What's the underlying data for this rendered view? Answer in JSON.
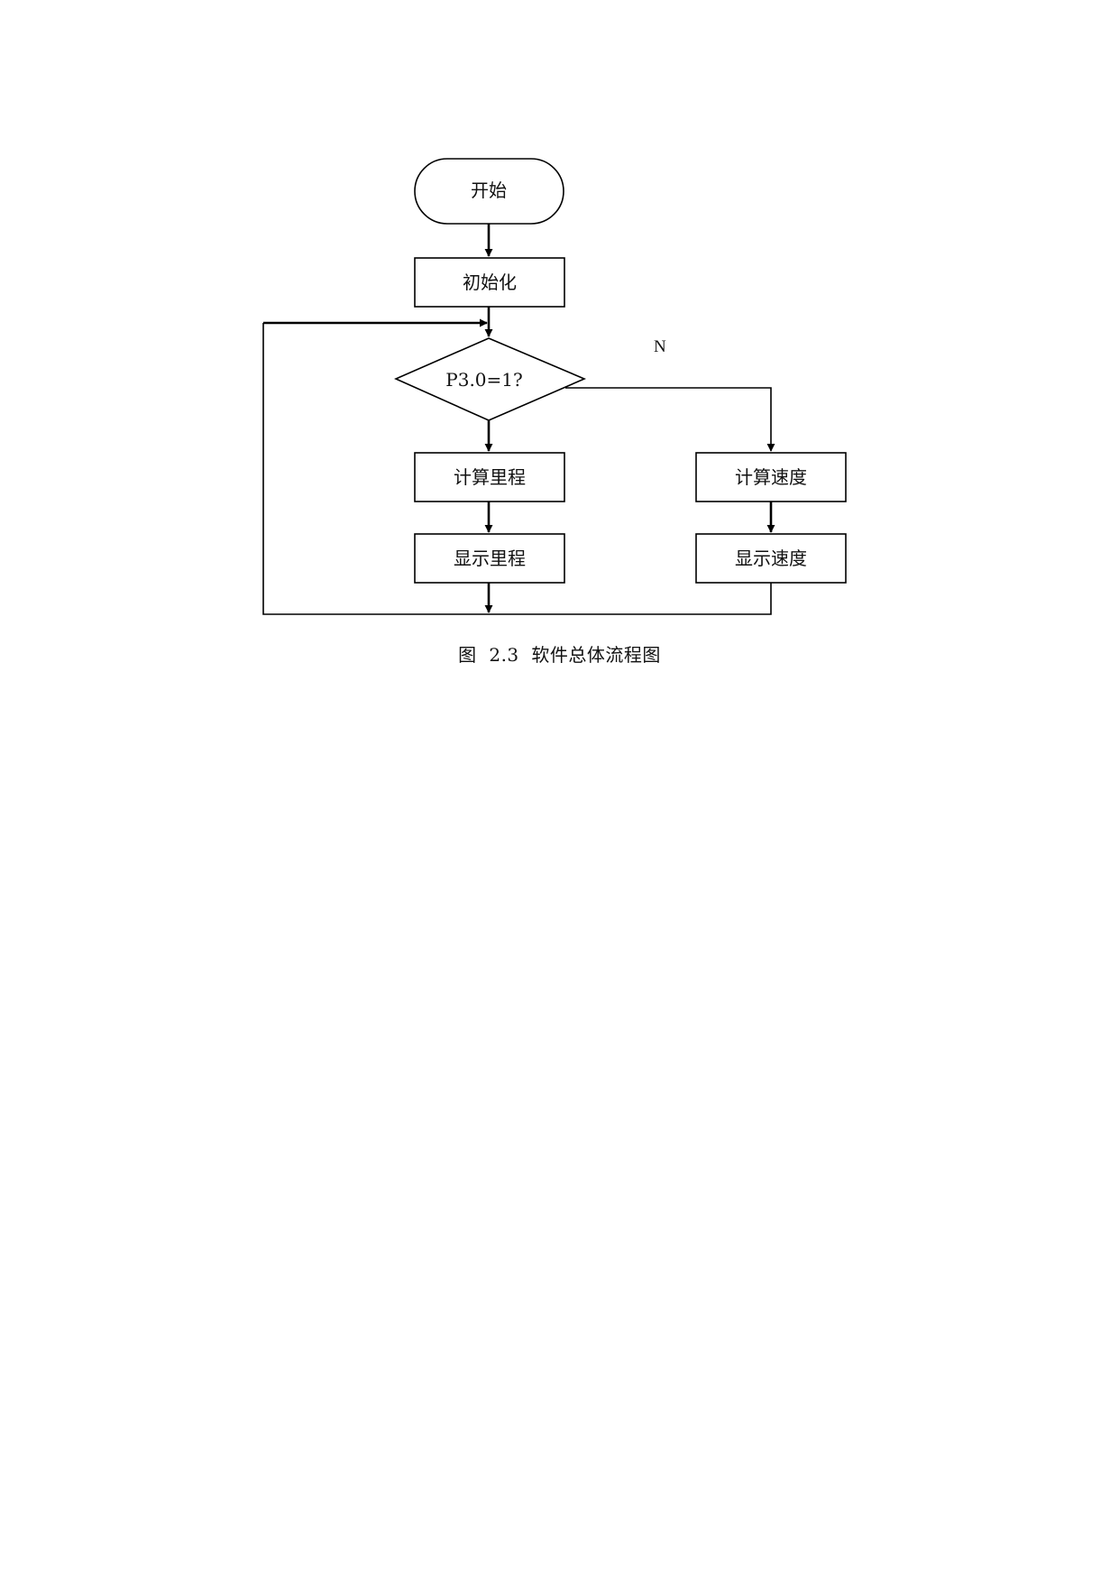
{
  "diagram": {
    "nodes": {
      "start": "开始",
      "init": "初始化",
      "decision": "P3.0=1?",
      "calc_mileage": "计算里程",
      "show_mileage": "显示里程",
      "calc_speed": "计算速度",
      "show_speed": "显示速度"
    },
    "edge_labels": {
      "decision_no": "N"
    }
  },
  "caption": "图  2.3  软件总体流程图"
}
